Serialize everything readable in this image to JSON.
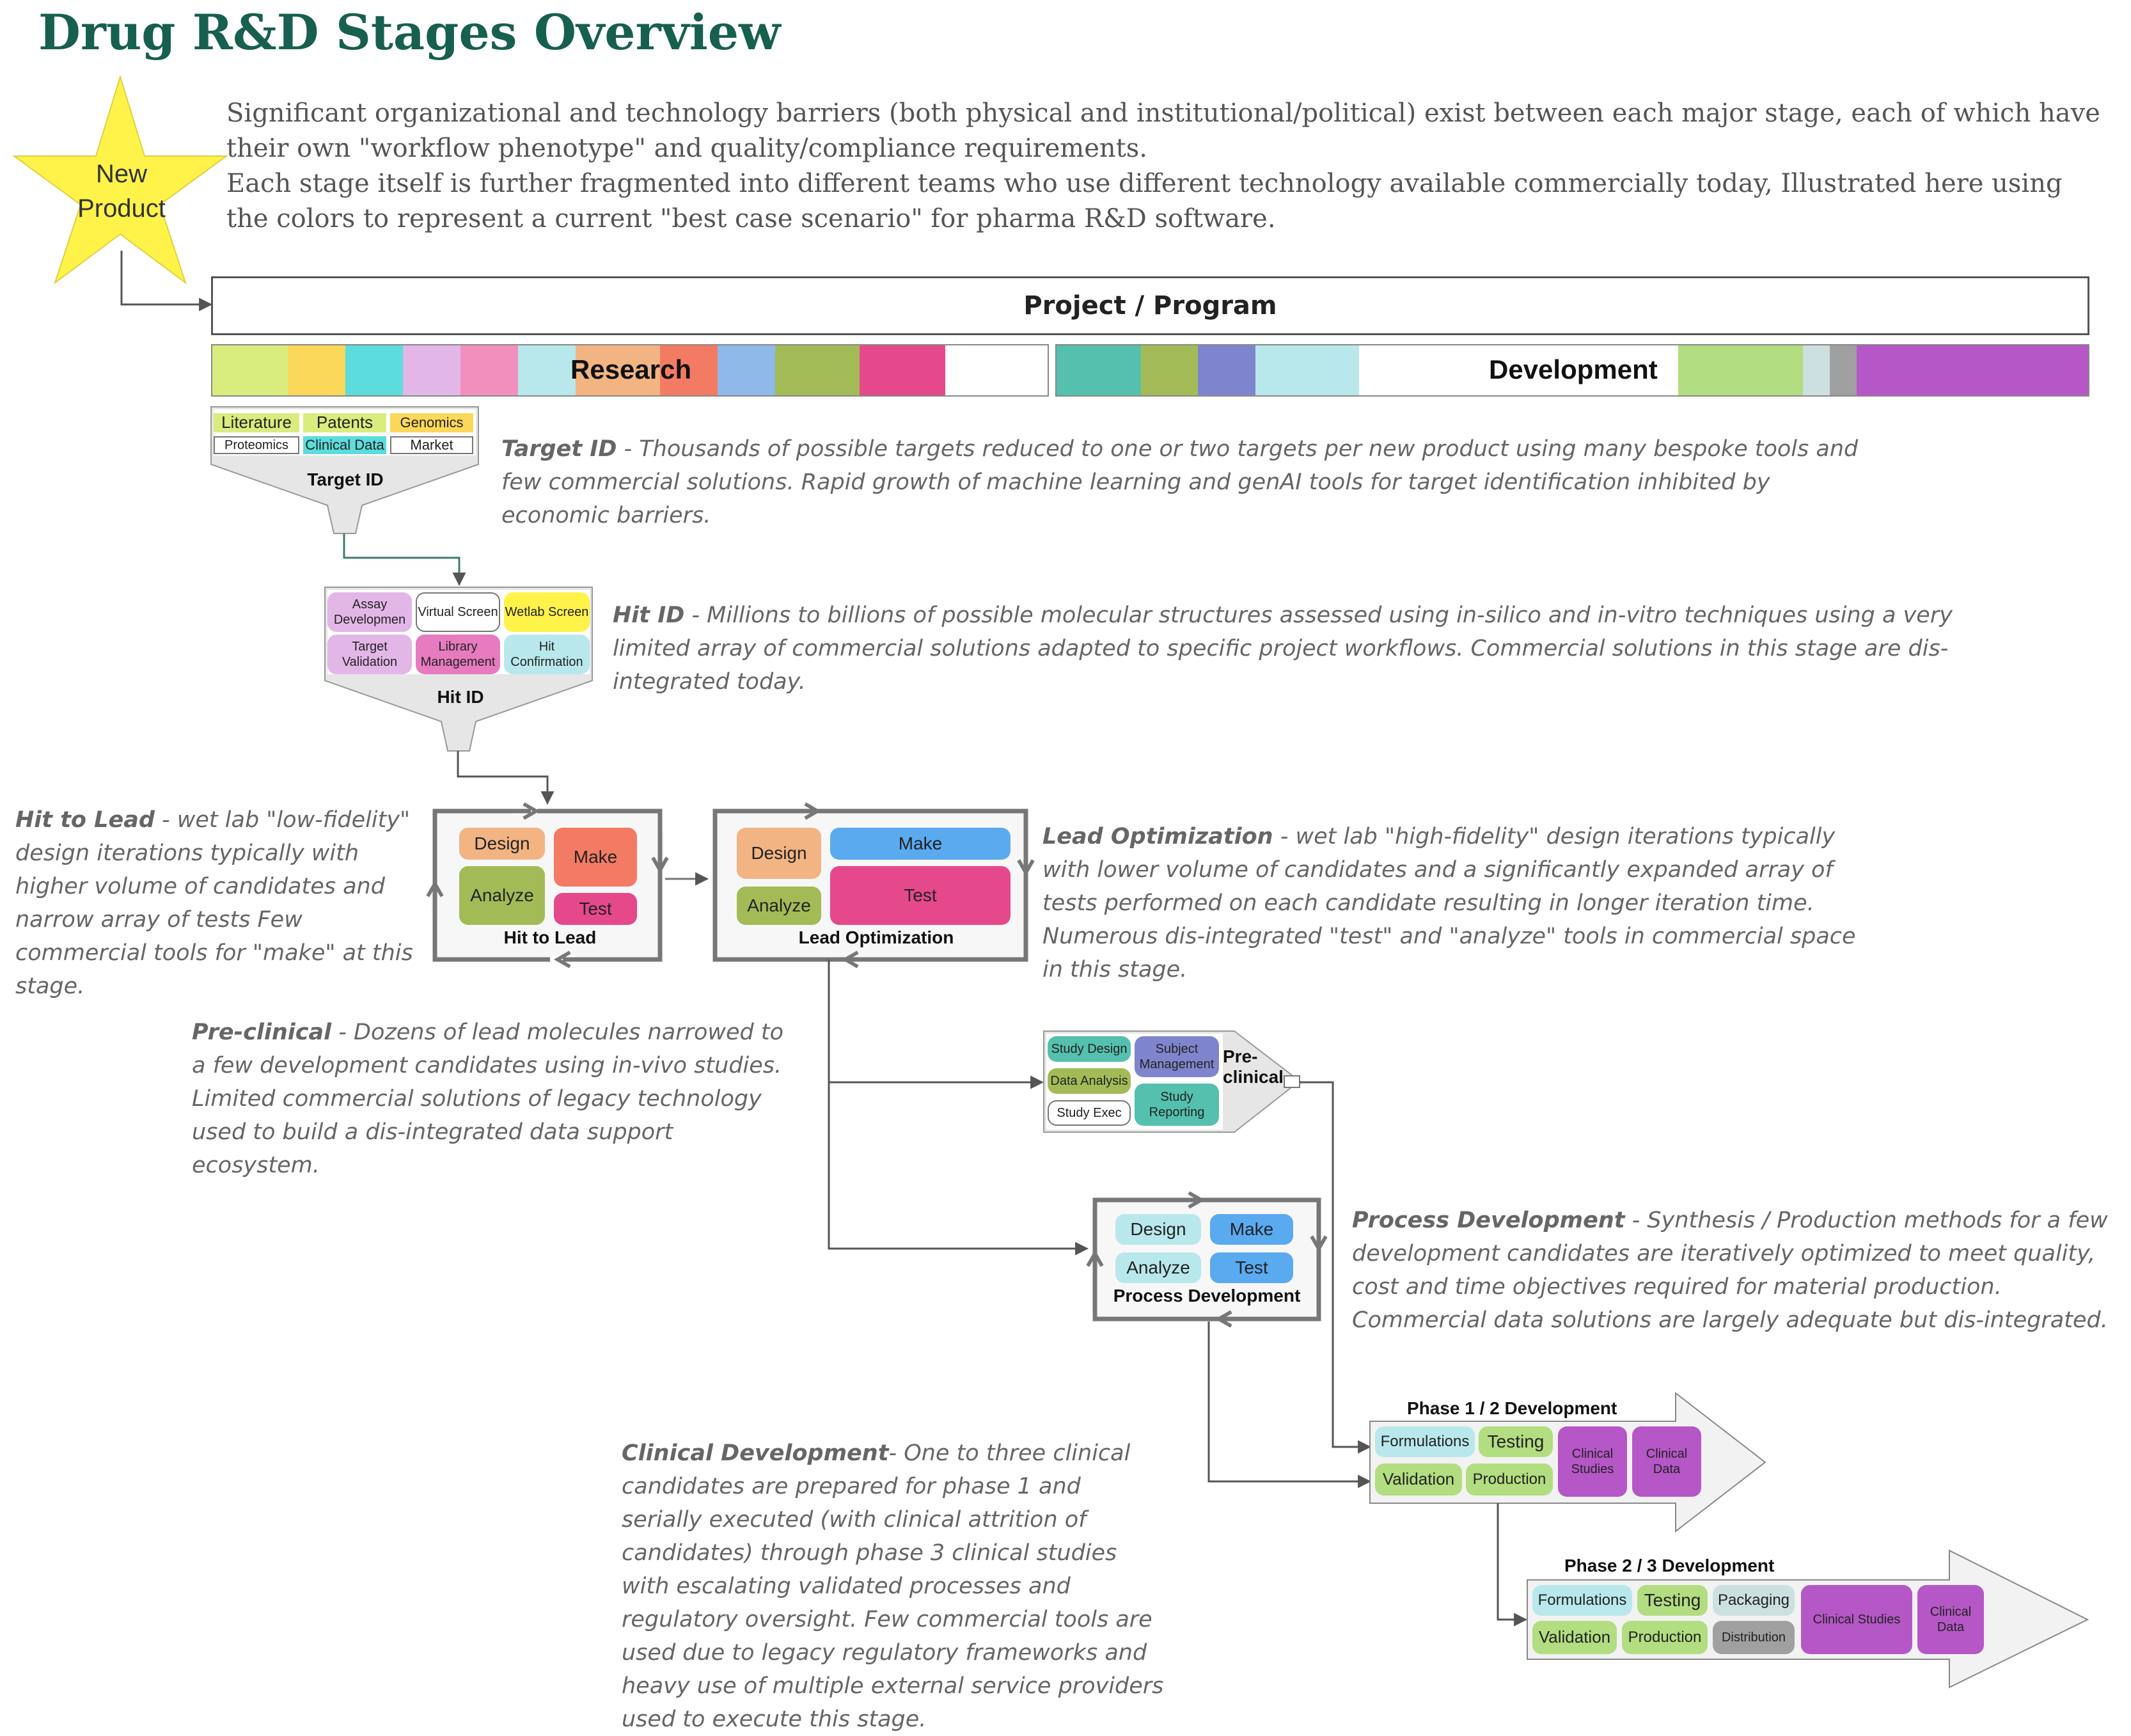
{
  "title": "Drug R&D Stages Overview",
  "intro": {
    "line1": "Significant organizational and technology barriers (both physical and institutional/political) exist between each major stage, each of which have their own \"workflow phenotype\" and quality/compliance requirements.",
    "line2": "Each stage itself is further fragmented into different teams who use different technology available commercially today,  Illustrated here using the colors to represent a current \"best case scenario\" for pharma R&D software."
  },
  "star": {
    "line1": "New",
    "line2": "Product",
    "color": "#fff34a"
  },
  "program": "Project / Program",
  "research_bar": {
    "label": "Research",
    "colors": [
      "#d9ec7e",
      "#fbd85a",
      "#5cdcdc",
      "#e3b6e8",
      "#f28fbd",
      "#b9e8ec",
      "#b9e8ec",
      "#f2b482",
      "#f47b63",
      "#8fb9e8",
      "#a3bb57",
      "#e5488b"
    ]
  },
  "development_bar": {
    "label": "Development",
    "colors": [
      "#55c0ad",
      "#a3bb57",
      "#7f85cc",
      "#b9e8ec",
      "#ffffff",
      "#ffffff",
      "#b2dd80",
      "#cce0e0",
      "#a0a0a0",
      "#b557c6"
    ]
  },
  "target_id": {
    "label": "Target ID",
    "items": [
      "Literature",
      "Patents",
      "Genomics",
      "Proteomics",
      "Clinical Data",
      "Market"
    ],
    "desc_title": "Target ID",
    "desc": " - Thousands of possible targets reduced to one or two targets per new product using many bespoke tools and few commercial solutions.  Rapid growth of machine learning and genAI tools for target identification inhibited by economic barriers."
  },
  "hit_id": {
    "label": "Hit ID",
    "items": [
      "Assay Developmen",
      "Virtual Screen",
      "Wetlab Screen",
      "Target Validation",
      "Library Management",
      "Hit Confirmation"
    ],
    "desc_title": "Hit ID",
    "desc": " - Millions to billions of possible molecular structures assessed using in-silico and in-vitro techniques using a very limited array of commercial solutions adapted to specific project workflows.  Commercial solutions in this stage are dis-integrated today."
  },
  "hit_to_lead": {
    "label": "Hit to Lead",
    "items": [
      "Design",
      "Make",
      "Analyze",
      "Test"
    ],
    "desc_title": "Hit to Lead",
    "desc": " - wet lab \"low-fidelity\" design iterations typically with higher volume of candidates and narrow array of tests  Few commercial tools for \"make\" at this stage."
  },
  "lead_opt": {
    "label": "Lead Optimization",
    "items": [
      "Design",
      "Make",
      "Analyze",
      "Test"
    ],
    "desc_title": "Lead Optimization",
    "desc": " - wet lab \"high-fidelity\" design iterations typically with lower volume of candidates and a significantly expanded array of tests performed on each candidate resulting in longer iteration time.  Numerous dis-integrated \"test\" and \"analyze\" tools in commercial space in this stage."
  },
  "preclinical": {
    "label_line1": "Pre-",
    "label_line2": "clinical",
    "items": [
      "Study Design",
      "Subject Management",
      "Data Analysis",
      "Study Reporting",
      "Study Exec"
    ],
    "desc_title": "Pre-clinical",
    "desc": " - Dozens of lead molecules narrowed to a few development candidates using in-vivo studies.  Limited commercial solutions of legacy technology used to build a dis-integrated data support ecosystem."
  },
  "process_dev": {
    "label": "Process Development",
    "items": [
      "Design",
      "Make",
      "Analyze",
      "Test"
    ],
    "desc_title": "Process Development",
    "desc": " - Synthesis / Production methods for a few development candidates are iteratively optimized to meet quality, cost and time objectives required for material production.  Commercial data solutions are largely adequate but dis-integrated."
  },
  "phase12": {
    "label": "Phase 1 / 2 Development",
    "items": [
      "Formulations",
      "Testing",
      "Validation",
      "Production",
      "Clinical Studies",
      "Clinical Data"
    ]
  },
  "phase23": {
    "label": "Phase 2 / 3 Development",
    "items": [
      "Formulations",
      "Testing",
      "Packaging",
      "Validation",
      "Production",
      "Distribution",
      "Clinical Studies",
      "Clinical Data"
    ]
  },
  "clinical": {
    "desc_title": "Clinical Development",
    "desc": "- One to three clinical candidates are prepared for phase 1 and serially executed (with clinical attrition of candidates) through phase 3 clinical studies with escalating validated processes and regulatory oversight.  Few commercial tools are used due to legacy regulatory frameworks and heavy use of multiple external service providers used to execute this stage."
  }
}
